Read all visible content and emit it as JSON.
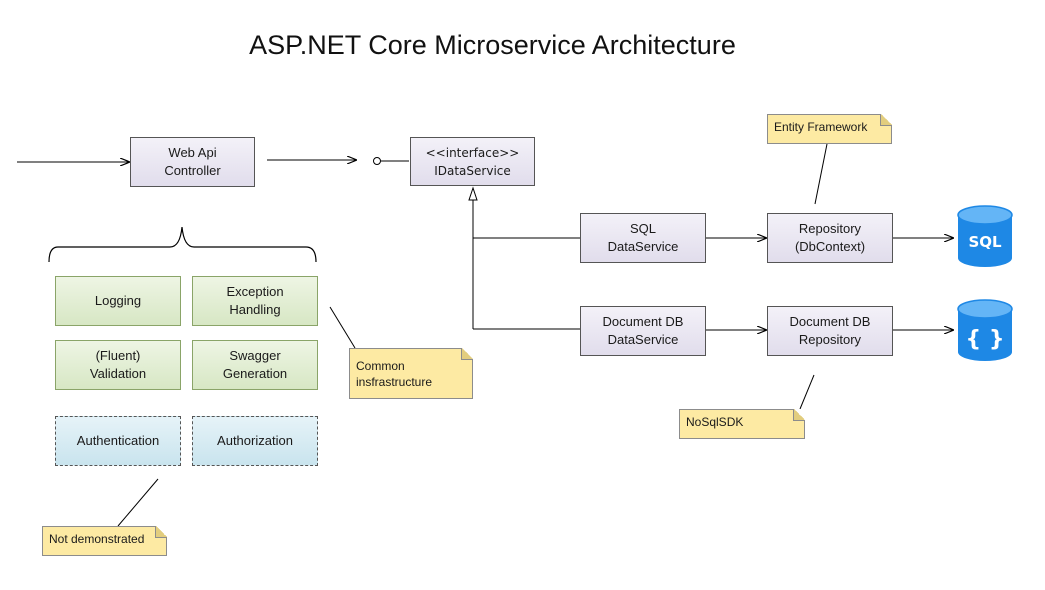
{
  "title": "ASP.NET Core Microservice Architecture",
  "nodes": {
    "controller": [
      "Web Api",
      "Controller"
    ],
    "idataservice": [
      "<<interface>>",
      "IDataService"
    ],
    "sql_ds": [
      "SQL",
      "DataService"
    ],
    "repository": [
      "Repository",
      "(DbContext)"
    ],
    "doc_ds": [
      "Document DB",
      "DataService"
    ],
    "doc_repo": [
      "Document DB",
      "Repository"
    ]
  },
  "infrastructure": {
    "logging": "Logging",
    "exception": [
      "Exception",
      "Handling"
    ],
    "validation": [
      "(Fluent)",
      "Validation"
    ],
    "swagger": [
      "Swagger",
      "Generation"
    ],
    "authentication": "Authentication",
    "authorization": "Authorization"
  },
  "notes": {
    "entity_framework": "Entity Framework",
    "common_infra": [
      "Common",
      "insfrastructure"
    ],
    "nosql_sdk": "NoSqlSDK",
    "not_demonstrated": "Not demonstrated"
  },
  "databases": {
    "sql_label": "SQL",
    "doc_label": "{ }",
    "sql_icon": "sql-database-icon",
    "doc_icon": "document-database-icon"
  },
  "colors": {
    "db_blue": "#1e88e5",
    "note_yellow": "#fdeaa3",
    "component_purple": "#e6e2ef",
    "infra_green": "#dbe9c9",
    "security_blue": "#cde6ef"
  }
}
